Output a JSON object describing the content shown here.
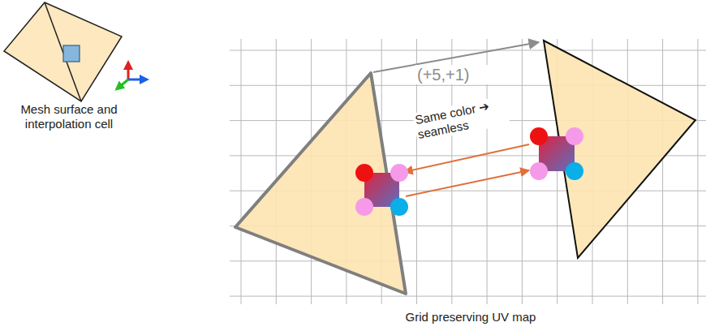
{
  "diagram": {
    "labels": [
      "Mesh surface and interpolation cell",
      "(+5,+1)",
      "Same color ➔ seamless",
      "Grid preserving UV map"
    ]
  }
}
